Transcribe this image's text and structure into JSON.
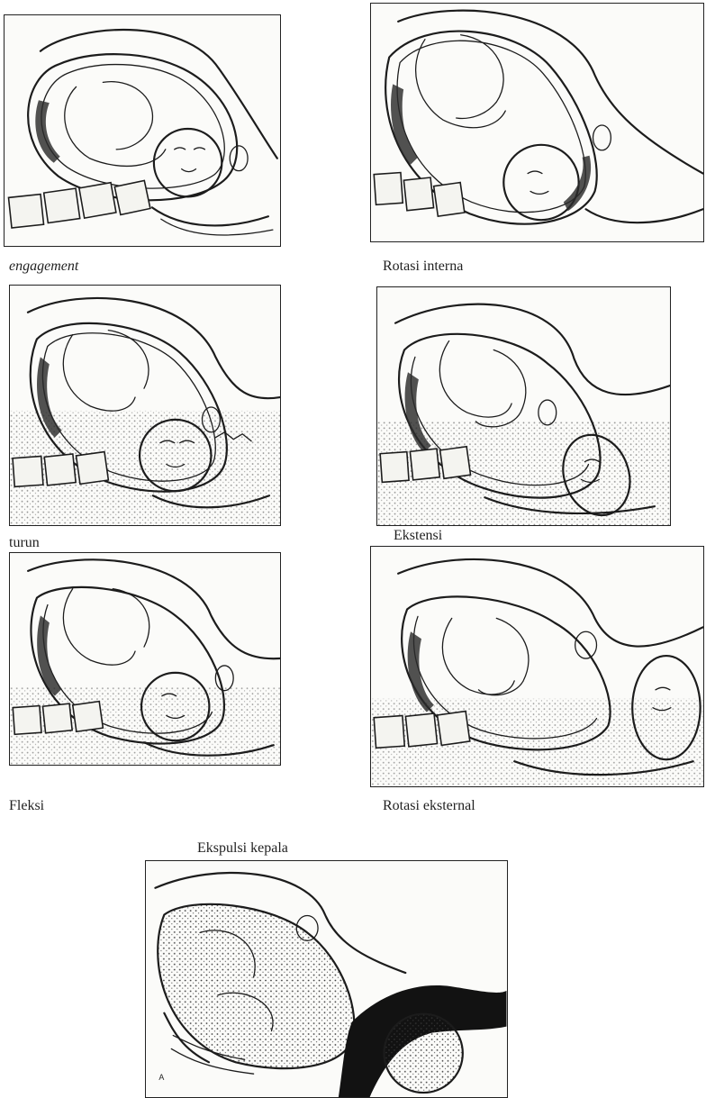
{
  "panels": [
    {
      "key": "engagement",
      "caption": "engagement",
      "italic": true
    },
    {
      "key": "rotasi_interna",
      "caption": "Rotasi interna",
      "italic": false
    },
    {
      "key": "turun",
      "caption": "turun",
      "italic": false
    },
    {
      "key": "ekstensi",
      "caption": "Ekstensi",
      "italic": false
    },
    {
      "key": "fleksi",
      "caption": "Fleksi",
      "italic": false
    },
    {
      "key": "rotasi_eksternal",
      "caption": "Rotasi eksternal",
      "italic": false
    },
    {
      "key": "ekspulsi_kepala",
      "caption": "Ekspulsi kepala",
      "italic": false
    }
  ],
  "inset_letter": "A"
}
